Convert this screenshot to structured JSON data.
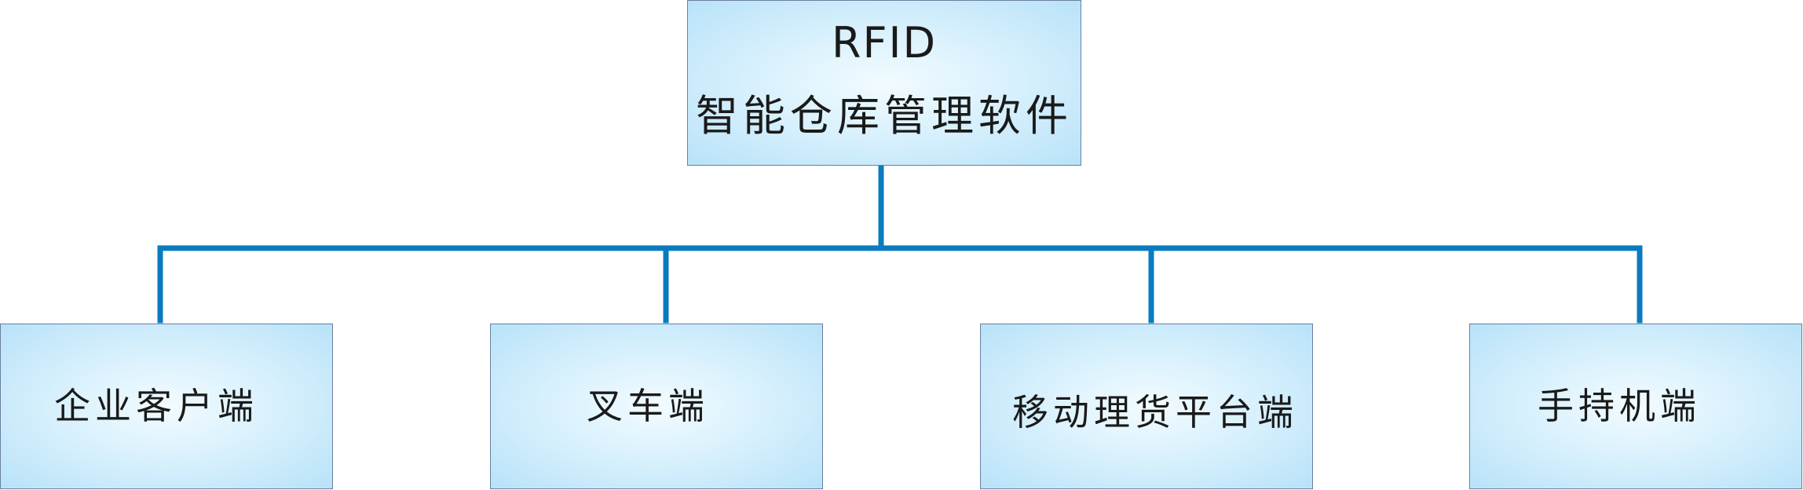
{
  "root": {
    "line1": "RFID",
    "line2": "智能仓库管理软件"
  },
  "children": [
    {
      "label": "企业客户端"
    },
    {
      "label": "叉车端"
    },
    {
      "label": "移动理货平台端"
    },
    {
      "label": "手持机端"
    }
  ],
  "colors": {
    "connector": "#0a7bbf",
    "box_border": "#6b7fa0",
    "box_fill_center": "#f2fbff",
    "box_fill_edge": "#b8e2f8",
    "text": "#1a1a1a"
  }
}
